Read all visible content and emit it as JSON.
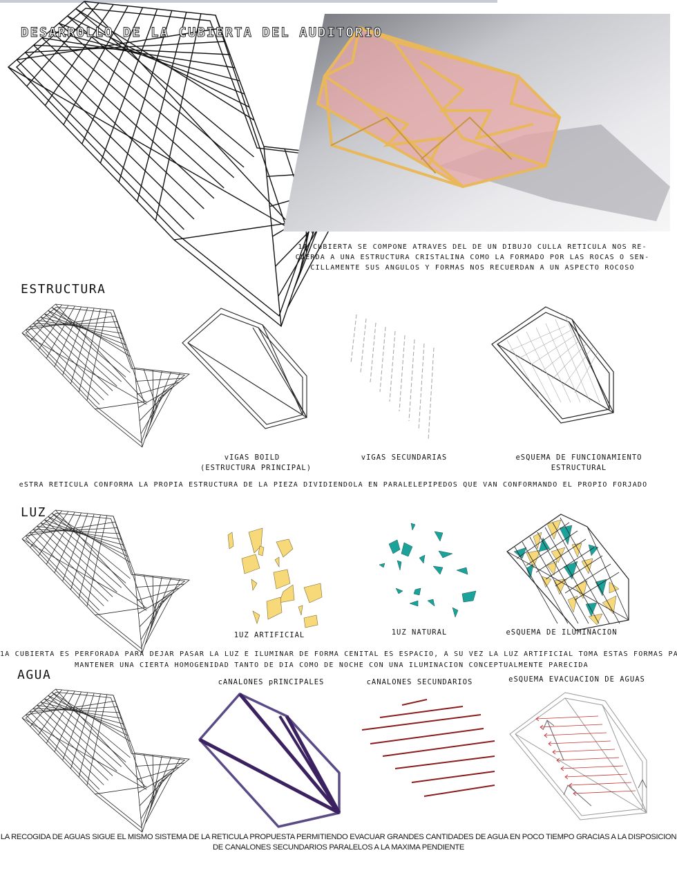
{
  "title": "DESARROLLO DE LA CUBIERTA DEL AUDITORIO",
  "intro": [
    "1A CUBIERTA SE COMPONE ATRAVES DEL DE UN DIBUJO CULLA RETICULA NOS RE-",
    "CUERDA A UNA ESTRUCTURA CRISTALINA COMO LA FORMADO POR LAS ROCAS O SEN-",
    "CILLAMENTE SUS ANGULOS Y FORMAS NOS RECUERDAN A UN ASPECTO ROCOSO"
  ],
  "estructura": {
    "heading": "ESTRUCTURA",
    "captions": [
      "vIGAS BOILD",
      "(ESTRUCTURA PRINCIPAL)",
      "vIGAS SECUNDARIAS",
      "eSQUEMA DE FUNCIONAMIENTO",
      "ESTRUCTURAL"
    ],
    "text": "eSTRA RETICULA CONFORMA LA PROPIA ESTRUCTURA DE LA PIEZA DIVIDIENDOLA EN PARALELEPIPEDOS QUE VAN CONFORMANDO EL PROPIO FORJADO"
  },
  "luz": {
    "heading": "LUZ",
    "captions": [
      "1UZ ARTIFICIAL",
      "1UZ NATURAL",
      "eSQUEMA DE ILUMINACION"
    ],
    "text": [
      "1A CUBIERTA ES PERFORADA PARA DEJAR PASAR LA LUZ E ILUMINAR DE FORMA CENITAL ES ESPACIO, A SU VEZ LA LUZ ARTIFICIAL TOMA ESTAS FORMAS PARA",
      "MANTENER UNA CIERTA HOMOGENIDAD TANTO DE DIA COMO DE NOCHE CON UNA ILUMINACION CONCEPTUALMENTE PARECIDA"
    ]
  },
  "agua": {
    "heading": "AGUA",
    "captions": [
      "cANALONES pRINCIPALES",
      "cANALONES SECUNDARIOS",
      "eSQUEMA EVACUACION DE AGUAS"
    ],
    "text": [
      "LA RECOGIDA DE AGUAS SIGUE EL MISMO SISTEMA DE LA RETICULA PROPUESTA PERMITIENDO EVACUAR GRANDES CANTIDADES DE AGUA EN POCO TIEMPO GRACIAS A LA DISPOSICION",
      "DE CANALONES SECUNDARIOS PARALELOS A LA MAXIMA PENDIENTE"
    ]
  },
  "colors": {
    "artificial_light": "#f7d97a",
    "natural_light": "#1aa39a",
    "primary_gutter": "#3b2160",
    "secondary_gutter": "#8a1b1b",
    "model_wood": "#e8b85a",
    "model_glass": "#e7a7a7"
  }
}
